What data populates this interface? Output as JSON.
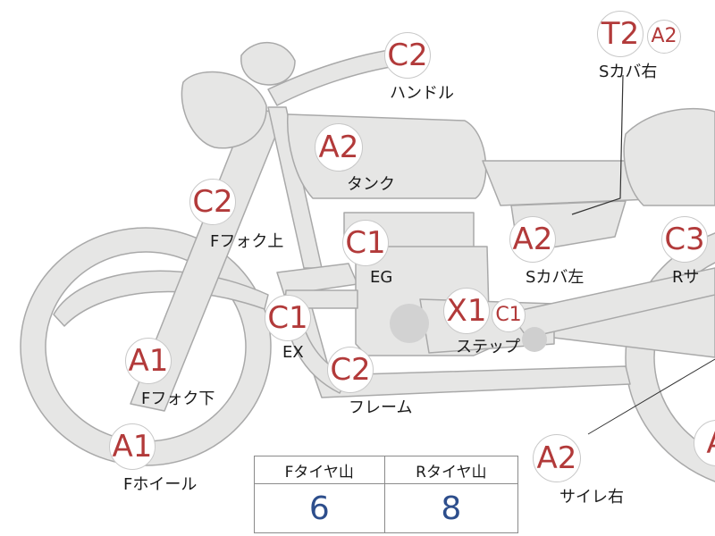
{
  "parts": [
    {
      "id": "handle",
      "code": "C2",
      "label": "ハンドル"
    },
    {
      "id": "s-cover-right",
      "code": "T2",
      "code2": "A2",
      "label": "Sカバ右"
    },
    {
      "id": "tank",
      "code": "A2",
      "label": "タンク"
    },
    {
      "id": "f-fork-upper",
      "code": "C2",
      "label": "Fフォク上"
    },
    {
      "id": "engine",
      "code": "C1",
      "label": "EG"
    },
    {
      "id": "s-cover-left",
      "code": "A2",
      "label": "Sカバ左"
    },
    {
      "id": "r-suspension",
      "code": "C3",
      "label": "Rサ"
    },
    {
      "id": "exhaust",
      "code": "C1",
      "label": "EX"
    },
    {
      "id": "step",
      "code": "X1",
      "code2": "C1",
      "label": "ステップ"
    },
    {
      "id": "f-fork-lower",
      "code": "A1",
      "label": "Fフォク下"
    },
    {
      "id": "frame",
      "code": "C2",
      "label": "フレーム"
    },
    {
      "id": "f-wheel",
      "code": "A1",
      "label": "Fホイール"
    },
    {
      "id": "muffler-right",
      "code": "A2",
      "label": "サイレ右"
    },
    {
      "id": "r-wheel",
      "code": "A",
      "label": ""
    }
  ],
  "tire_table": {
    "headers": [
      "Fタイヤ山",
      "Rタイヤ山"
    ],
    "values": [
      "6",
      "8"
    ]
  },
  "colors": {
    "code_text": "#b23a3a",
    "table_value": "#2d4e8c",
    "bike_fill": "#e6e6e5",
    "bike_stroke": "#a9a9a9"
  }
}
